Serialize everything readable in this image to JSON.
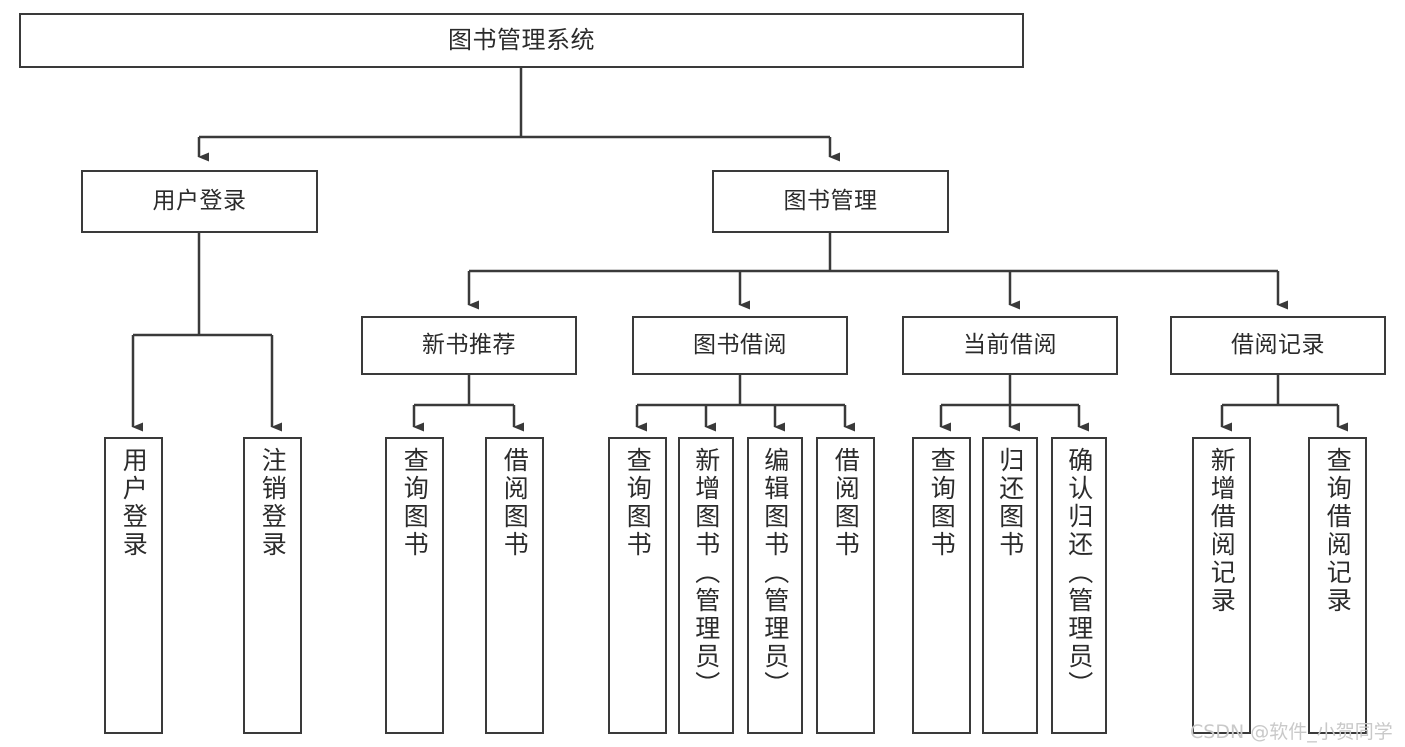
{
  "diagram": {
    "type": "tree-hierarchy",
    "title": "图书管理系统",
    "watermark": "CSDN @软件_小贺同学",
    "colors": {
      "box_border": "#3a3a3a",
      "box_fill": "#ffffff",
      "edge": "#3a3a3a",
      "text": "#2b2b2b",
      "watermark": "#c9c9c9",
      "background": "#ffffff"
    },
    "nodes": {
      "root": {
        "label": "图书管理系统",
        "level": 1,
        "orientation": "horizontal"
      },
      "user_login": {
        "label": "用户登录",
        "level": 2,
        "orientation": "horizontal"
      },
      "book_mgmt": {
        "label": "图书管理",
        "level": 2,
        "orientation": "horizontal"
      },
      "new_book_rec": {
        "label": "新书推荐",
        "level": 3,
        "orientation": "horizontal"
      },
      "book_borrow": {
        "label": "图书借阅",
        "level": 3,
        "orientation": "horizontal"
      },
      "current_borrow": {
        "label": "当前借阅",
        "level": 3,
        "orientation": "horizontal"
      },
      "borrow_record": {
        "label": "借阅记录",
        "level": 3,
        "orientation": "horizontal"
      },
      "leaf_user_login": {
        "label": "用户登录",
        "level": 4,
        "orientation": "vertical"
      },
      "leaf_logout": {
        "label": "注销登录",
        "level": 4,
        "orientation": "vertical"
      },
      "leaf_query_book_1": {
        "label": "查询图书",
        "level": 4,
        "orientation": "vertical"
      },
      "leaf_borrow_book_1": {
        "label": "借阅图书",
        "level": 4,
        "orientation": "vertical"
      },
      "leaf_query_book_2": {
        "label": "查询图书",
        "level": 4,
        "orientation": "vertical"
      },
      "leaf_add_book": {
        "label": "新增图书（管理员）",
        "level": 4,
        "orientation": "vertical"
      },
      "leaf_edit_book": {
        "label": "编辑图书（管理员）",
        "level": 4,
        "orientation": "vertical"
      },
      "leaf_borrow_book_2": {
        "label": "借阅图书",
        "level": 4,
        "orientation": "vertical"
      },
      "leaf_query_book_3": {
        "label": "查询图书",
        "level": 4,
        "orientation": "vertical"
      },
      "leaf_return_book": {
        "label": "归还图书",
        "level": 4,
        "orientation": "vertical"
      },
      "leaf_confirm_return": {
        "label": "确认归还（管理员）",
        "level": 4,
        "orientation": "vertical"
      },
      "leaf_add_record": {
        "label": "新增借阅记录",
        "level": 4,
        "orientation": "vertical"
      },
      "leaf_query_record": {
        "label": "查询借阅记录",
        "level": 4,
        "orientation": "vertical"
      }
    },
    "edges": [
      {
        "from": "root",
        "to": "user_login"
      },
      {
        "from": "root",
        "to": "book_mgmt"
      },
      {
        "from": "user_login",
        "to": "leaf_user_login"
      },
      {
        "from": "user_login",
        "to": "leaf_logout"
      },
      {
        "from": "book_mgmt",
        "to": "new_book_rec"
      },
      {
        "from": "book_mgmt",
        "to": "book_borrow"
      },
      {
        "from": "book_mgmt",
        "to": "current_borrow"
      },
      {
        "from": "book_mgmt",
        "to": "borrow_record"
      },
      {
        "from": "new_book_rec",
        "to": "leaf_query_book_1"
      },
      {
        "from": "new_book_rec",
        "to": "leaf_borrow_book_1"
      },
      {
        "from": "book_borrow",
        "to": "leaf_query_book_2"
      },
      {
        "from": "book_borrow",
        "to": "leaf_add_book"
      },
      {
        "from": "book_borrow",
        "to": "leaf_edit_book"
      },
      {
        "from": "book_borrow",
        "to": "leaf_borrow_book_2"
      },
      {
        "from": "current_borrow",
        "to": "leaf_query_book_3"
      },
      {
        "from": "current_borrow",
        "to": "leaf_return_book"
      },
      {
        "from": "current_borrow",
        "to": "leaf_confirm_return"
      },
      {
        "from": "borrow_record",
        "to": "leaf_add_record"
      },
      {
        "from": "borrow_record",
        "to": "leaf_query_record"
      }
    ]
  }
}
